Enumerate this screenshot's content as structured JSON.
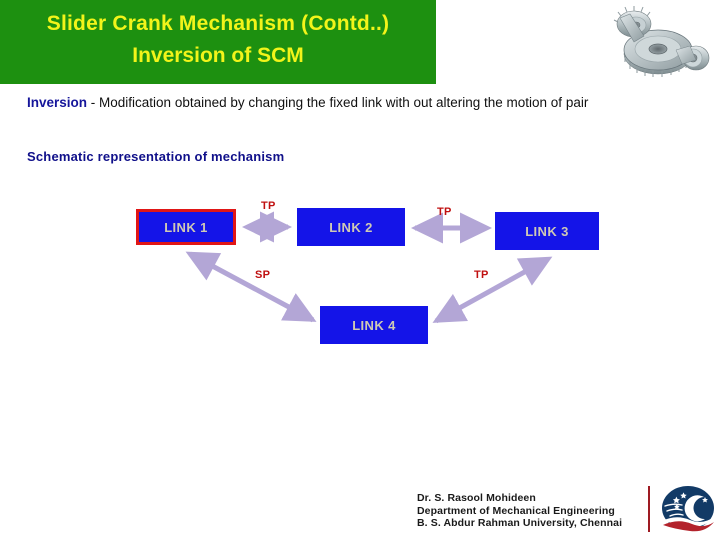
{
  "header": {
    "title_line_1": "Slider Crank Mechanism (Contd..)",
    "title_line_2": "Inversion of SCM",
    "band_color": "#1d9010",
    "title_color": "#f2f41a",
    "logo_icon": "bevel-gears-icon"
  },
  "body": {
    "definition_keyword": "Inversion",
    "definition_text": " - Modification obtained by changing the fixed link with out altering the motion of pair",
    "schematic_heading": "Schematic representation of mechanism",
    "keyword_color": "#16169b",
    "heading_color": "#10108a"
  },
  "diagram": {
    "type": "block-diagram",
    "box_fill": "#1414e8",
    "box_text_color": "#cfc9b4",
    "highlight_border_color": "#e01616",
    "arrow_color": "#b3a6d6",
    "pair_label_color": "#c01010",
    "boxes": [
      {
        "id": "link1",
        "label": "LINK 1",
        "highlighted": true
      },
      {
        "id": "link2",
        "label": "LINK 2",
        "highlighted": false
      },
      {
        "id": "link3",
        "label": "LINK 3",
        "highlighted": false
      },
      {
        "id": "link4",
        "label": "LINK 4",
        "highlighted": false
      }
    ],
    "connections": [
      {
        "from": "link1",
        "to": "link2",
        "label": "TP"
      },
      {
        "from": "link2",
        "to": "link3",
        "label": "TP"
      },
      {
        "from": "link1",
        "to": "link4",
        "label": "SP"
      },
      {
        "from": "link3",
        "to": "link4",
        "label": "TP"
      }
    ],
    "labels": {
      "tp_1": "TP",
      "tp_2": "TP",
      "sp": "SP",
      "tp_3": "TP"
    }
  },
  "footer": {
    "credit_line_1": "Dr. S. Rasool Mohideen",
    "credit_line_2": "Department of Mechanical Engineering",
    "credit_line_3": "B. S. Abdur Rahman University, Chennai",
    "divider_color": "#9e1a22",
    "logo_icon": "crescent-star-university-logo"
  }
}
